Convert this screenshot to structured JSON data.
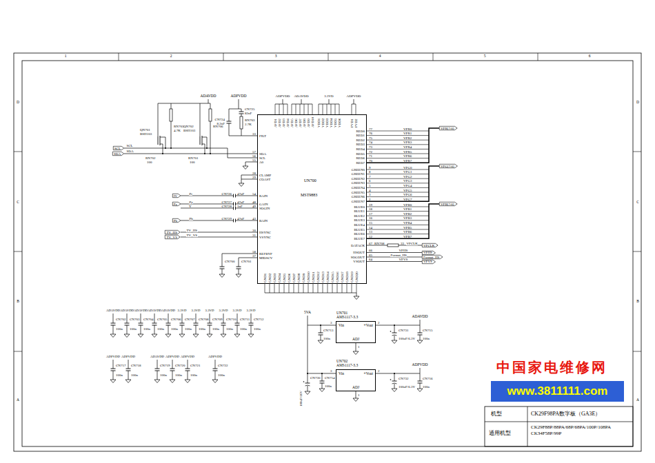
{
  "diagram": {
    "nodes": [
      {
        "text": [
          "UN700",
          "MST9883"
        ]
      },
      {
        "text": [
          "SCL"
        ]
      },
      {
        "text": [
          "SDA"
        ]
      },
      {
        "text": [
          "IV"
        ]
      },
      {
        "text": [
          "Py"
        ]
      },
      {
        "text": [
          "Pb"
        ]
      },
      {
        "text": [
          "TV_HS"
        ]
      },
      {
        "text": [
          "TV_VS"
        ]
      },
      {
        "text": [
          "VPR[7:0]"
        ]
      },
      {
        "text": [
          "VPG[7:0]"
        ]
      },
      {
        "text": [
          "VPB[7:0]"
        ]
      },
      {
        "text": [
          "VPCLK"
        ]
      },
      {
        "text": [
          "VPHS"
        ]
      },
      {
        "text": [
          "Format_HS"
        ]
      },
      {
        "text": [
          "VPVS"
        ]
      },
      {
        "text": [
          "UN701",
          "AMS1117-3.3",
          "Vin",
          "+Vout",
          "ADJ"
        ]
      },
      {
        "text": [
          "UN702",
          "AMS1117-3.3",
          "Vin",
          "+Vout",
          "ADJ"
        ]
      },
      {
        "text": [
          "中国家电维修网",
          "www.3811111.com"
        ]
      }
    ],
    "edges": [
      {
        "from": 1,
        "to": 0,
        "label": "SCL",
        "arrow": "none"
      },
      {
        "from": 2,
        "to": 0,
        "label": "SDA",
        "arrow": "none"
      },
      {
        "from": 3,
        "to": 0,
        "label": "Pr",
        "arrow": "none"
      },
      {
        "from": 4,
        "to": 0,
        "label": "Py",
        "arrow": "none"
      },
      {
        "from": 5,
        "to": 0,
        "label": "Pb",
        "arrow": "none"
      },
      {
        "from": 6,
        "to": 0,
        "label": "TV_HS",
        "arrow": "none"
      },
      {
        "from": 7,
        "to": 0,
        "label": "TV_VS",
        "arrow": "none"
      },
      {
        "from": 0,
        "to": 8,
        "arrow": "none"
      },
      {
        "from": 0,
        "to": 9,
        "arrow": "none"
      },
      {
        "from": 0,
        "to": 10,
        "arrow": "none"
      },
      {
        "from": 0,
        "to": 11,
        "label": "VPCLK",
        "arrow": "none"
      },
      {
        "from": 0,
        "to": 12,
        "label": "VPHS",
        "arrow": "none"
      },
      {
        "from": 0,
        "to": 13,
        "label": "Format_HS",
        "arrow": "none"
      },
      {
        "from": 0,
        "to": 14,
        "label": "VPVS",
        "arrow": "none"
      },
      {
        "from": 15,
        "to": 16,
        "arrow": "none"
      }
    ],
    "labels": [
      "1",
      "2",
      "3",
      "4",
      "5",
      "6",
      "D",
      "C",
      "B",
      "A",
      "D",
      "C",
      "B",
      "A",
      "ADAVDD",
      "ADPVDD",
      "CN724",
      "8.2nF",
      "CN725",
      "82nF",
      "RN703",
      "2.7K",
      "RN705",
      "4.7K",
      "RN706",
      "QN701",
      "BSH103",
      "QN702",
      "BSH103",
      "RN702",
      "100",
      "RN701",
      "100",
      "ADPVDD",
      "ADAVDD",
      "3.3VD",
      "ADPVDD",
      "AVD1",
      "AVD2",
      "AVD3",
      "AVD4",
      "AVD5",
      "AVD6",
      "AVD7",
      "AVD8",
      "AVD9",
      "AVD10",
      "VDD1",
      "VDD2",
      "VDD3",
      "VDD4",
      "VDD5",
      "VDD6",
      "PVD1",
      "PVD2",
      "33",
      "FILT",
      "57",
      "SDA",
      "56",
      "SCL",
      "55",
      "A0",
      "28",
      "CLAMP",
      "29",
      "COAST",
      "54",
      "RAIN",
      "48",
      "GAIN",
      "49",
      "SOGIN",
      "43",
      "BAIN",
      "30",
      "HSYNC",
      "31",
      "VSYNC",
      "58",
      "REFBYP",
      "37",
      "MIDSCV",
      "CN726",
      "47nF",
      "CN727",
      "47nF",
      "CN728",
      "1nF",
      "CN729",
      "47nF",
      "Y",
      "CN700",
      "CN701",
      "77",
      "RED0",
      "VPR0",
      "76",
      "RED1",
      "VPR1",
      "75",
      "RED2",
      "VPR2",
      "74",
      "RED3",
      "VPR3",
      "73",
      "RED4",
      "VPR4",
      "72",
      "RED5",
      "VPR5",
      "71",
      "RED6",
      "VPR6",
      "70",
      "RED7",
      "VPR7",
      "9",
      "GREEN0",
      "VPG0",
      "8",
      "GREEN1",
      "VPG1",
      "7",
      "GREEN2",
      "VPG2",
      "6",
      "GREEN3",
      "VPG3",
      "5",
      "GREEN4",
      "VPG4",
      "4",
      "GREEN5",
      "VPG5",
      "3",
      "GREEN6",
      "VPG6",
      "2",
      "GREEN7",
      "VPG7",
      "19",
      "BLUE0",
      "VPB0",
      "18",
      "BLUE1",
      "VPB1",
      "17",
      "BLUE2",
      "VPB2",
      "16",
      "BLUE3",
      "VPB3",
      "15",
      "BLUE4",
      "VPB4",
      "14",
      "BLUE5",
      "VPB5",
      "13",
      "BLUE6",
      "VPB6",
      "12",
      "BLUE7",
      "VPB7",
      "67",
      "DATACK",
      "RN708",
      "33",
      "66",
      "HSOUT",
      "65",
      "SOGOUT",
      "64",
      "VSOUT",
      "GND1",
      "GND2",
      "GND3",
      "GND4",
      "GND5",
      "GND6",
      "GND7",
      "GND8",
      "GND9",
      "GND10",
      "GND11",
      "GND12",
      "GND13",
      "GND14",
      "GND15",
      "GND16",
      "GND17",
      "GND18",
      "GND19",
      "GND20",
      "ADAVDD",
      "CN702",
      "100n",
      "ADAVDD",
      "CN703",
      "100n",
      "ADAVDD",
      "CN704",
      "100n",
      "ADAVDD",
      "CN705",
      "100n",
      "ADAVDD",
      "CN706",
      "100n",
      "3.3VD",
      "CN707",
      "100n",
      "3.3VD",
      "CN708",
      "100n",
      "3.3VD",
      "CN709",
      "100n",
      "3.3VD",
      "CN710",
      "100n",
      "3.3VD",
      "CN711",
      "100n",
      "3.3VD",
      "CN712",
      "100n",
      "ADPVDD",
      "CN717",
      "100n",
      "ADPVDD",
      "CN718",
      "100n",
      "ADAVDD",
      "CN719",
      "100n",
      "ADPVDD",
      "CN720",
      "100n",
      "ADPVDD",
      "CN721",
      "100n",
      "ADPVDD",
      "CN722",
      "100n",
      "5VA",
      "3",
      "2",
      "1",
      "CN713",
      "100n",
      "CN731",
      "100uF/6.3V",
      "ADAVDD",
      "CN715",
      "100n",
      "3",
      "2",
      "1",
      "CN730",
      "100uF/16V",
      "CN714",
      "100n",
      "CN732",
      "100uF/6.3V",
      "ADPVDD",
      "CN716",
      "100n",
      "机型",
      "CK29F98PA数字板（GA3E）",
      "通用机型",
      "CK29F88P/88PA/68P/68PA/100P/108PA CK34F58P/99P"
    ]
  }
}
